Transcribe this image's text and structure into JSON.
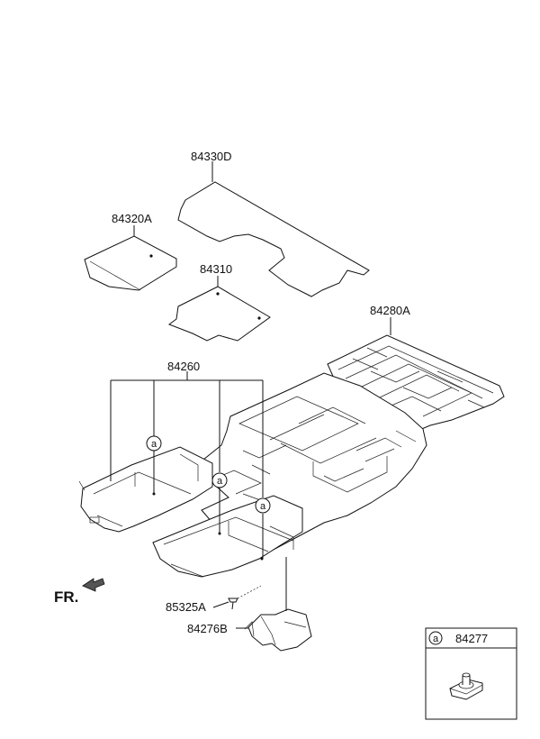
{
  "parts": {
    "rear_mat": "84330D",
    "luggage_mat": "84320A",
    "mat_small": "84310",
    "carpet_rear": "84280A",
    "carpet_front_group": "84260",
    "clip": "85325A",
    "pad": "84276B"
  },
  "callout": {
    "ref_letter": "a"
  },
  "legend": {
    "letter": "a",
    "part": "84277"
  },
  "direction": {
    "label": "FR."
  }
}
